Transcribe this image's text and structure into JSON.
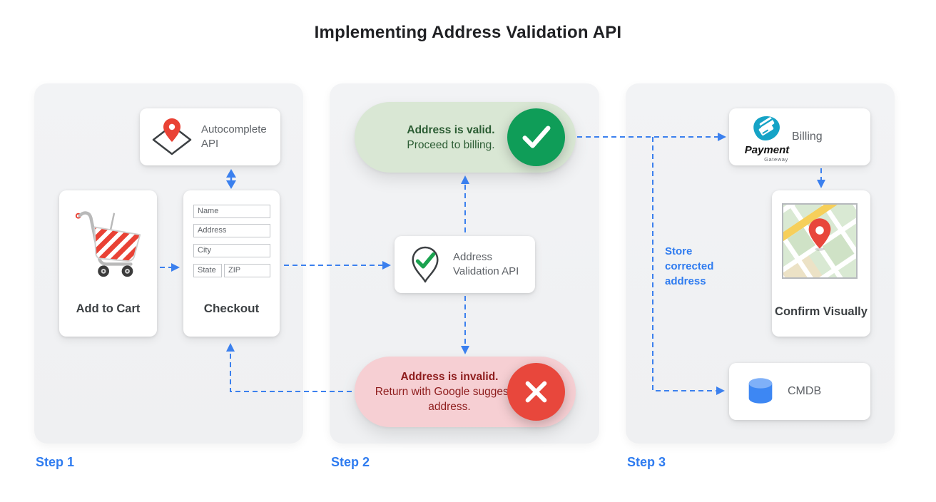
{
  "title": "Implementing Address Validation API",
  "steps": {
    "step1": "Step 1",
    "step2": "Step 2",
    "step3": "Step 3"
  },
  "step1": {
    "autocomplete_card": {
      "label": "Autocomplete API",
      "icon": "map-pin-diamond-icon"
    },
    "add_to_cart_card": {
      "label": "Add to Cart",
      "icon": "shopping-cart-icon"
    },
    "checkout_card": {
      "label": "Checkout",
      "fields": [
        "Name",
        "Address",
        "City",
        "State",
        "ZIP"
      ]
    }
  },
  "step2": {
    "valid_banner": {
      "title": "Address is valid.",
      "subtitle": "Proceed to billing.",
      "icon": "check-circle-icon"
    },
    "validation_card": {
      "label": "Address Validation API",
      "icon": "map-pin-check-icon"
    },
    "invalid_banner": {
      "title": "Address is invalid.",
      "subtitle": "Return with Google suggested address.",
      "icon": "x-circle-icon"
    }
  },
  "step3": {
    "billing_card": {
      "label": "Billing",
      "logo_title": "Payment",
      "logo_subtitle": "Gateway",
      "icon": "payment-gateway-logo"
    },
    "confirm_card": {
      "label": "Confirm Visually",
      "icon": "map-thumbnail"
    },
    "cmdb_card": {
      "label": "CMDB",
      "icon": "database-icon"
    },
    "store_note": "Store corrected address"
  },
  "colors": {
    "accent_blue": "#3b80ee",
    "step_label_blue": "#2f7cf0",
    "green": "#0f9d58",
    "green_pill_bg": "#d9e7d4",
    "green_text": "#2b5c33",
    "red": "#e8473c",
    "red_pill_bg": "#f6cfd3",
    "red_text": "#8e1d1d",
    "panel_bg": "#f1f2f4",
    "card_bg": "#ffffff",
    "text_gray": "#5f6368",
    "text_dark": "#3c4043",
    "title_color": "#202124"
  }
}
